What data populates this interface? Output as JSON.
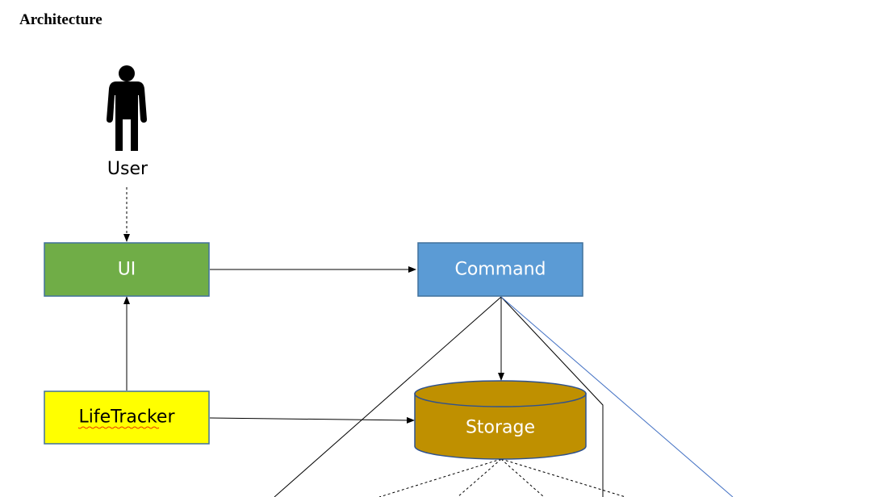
{
  "page": {
    "title": "Architecture"
  },
  "diagram": {
    "actor": {
      "label": "User",
      "icon": "person-icon"
    },
    "nodes": {
      "ui": {
        "label": "UI",
        "fill": "#70ad47",
        "text_color": "#ffffff"
      },
      "command": {
        "label": "Command",
        "fill": "#5b9bd5",
        "text_color": "#ffffff"
      },
      "lifetracker": {
        "label": "LifeTracker",
        "fill": "#ffff00",
        "text_color": "#000000"
      },
      "storage": {
        "label": "Storage",
        "fill": "#bf9000",
        "text_color": "#ffffff",
        "shape": "cylinder"
      }
    },
    "edges": [
      {
        "from": "User",
        "to": "UI",
        "style": "dashed",
        "arrow": true
      },
      {
        "from": "UI",
        "to": "Command",
        "style": "solid",
        "arrow": true
      },
      {
        "from": "LifeTracker",
        "to": "UI",
        "style": "solid",
        "arrow": true
      },
      {
        "from": "LifeTracker",
        "to": "Storage",
        "style": "solid",
        "arrow": true
      },
      {
        "from": "Command",
        "to": "Storage",
        "style": "solid",
        "arrow": true
      }
    ],
    "colors": {
      "border": "#41719c",
      "line": "#000000",
      "accent_line": "#4472c4"
    }
  }
}
